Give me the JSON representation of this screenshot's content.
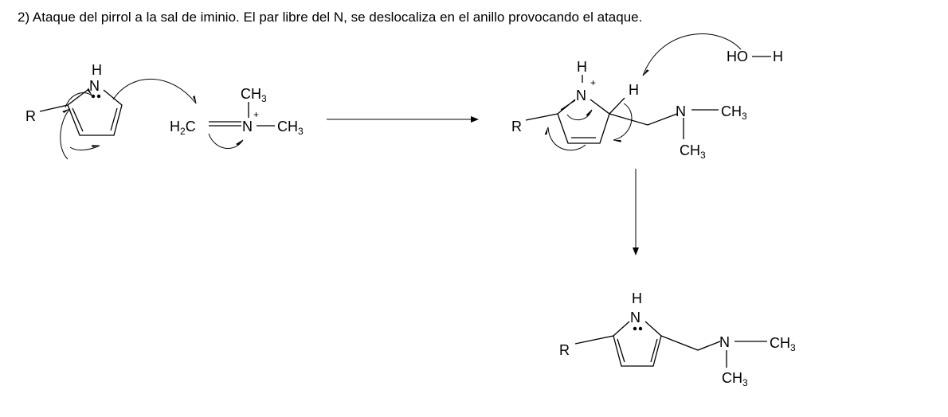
{
  "caption": "2) Ataque del pirrol a la sal de iminio. El par libre del N, se deslocaliza en el anillo provocando el ataque.",
  "labels": {
    "R": "R",
    "H": "H",
    "N": "N",
    "plus": "+",
    "CH": "CH",
    "three": "3",
    "two": "2",
    "H2C_H": "H",
    "H2C_C": "C",
    "HO": "HO",
    "N_dash": "N"
  }
}
